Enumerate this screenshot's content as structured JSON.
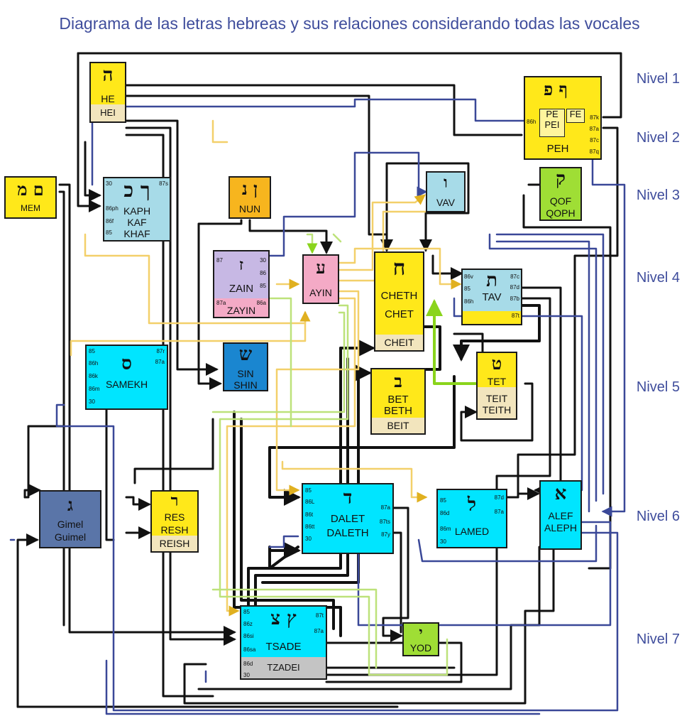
{
  "title": "Diagrama de las letras hebreas y sus relaciones considerando todas las vocales",
  "levels": [
    "Nivel 1",
    "Nivel 2",
    "Nivel 3",
    "Nivel 4",
    "Nivel 5",
    "Nivel 6",
    "Nivel 7"
  ],
  "colors": {
    "yellow": "#ffe81a",
    "cream": "#f2e5bd",
    "lightblue": "#a7dbe8",
    "cyan": "#00e5ff",
    "purple": "#c7b8e4",
    "pink": "#f4aac6",
    "orange": "#f7b51e",
    "blue": "#1a86d0",
    "slate": "#5a75a8",
    "green": "#9fde35",
    "gray": "#c4c4c4",
    "navy_wire": "#3a4898",
    "yellow_wire": "#f3d06a",
    "lime_wire": "#bde27a",
    "green_wire": "#8ad41c"
  },
  "nodes": {
    "he": {
      "hebrew": "ה",
      "name": "HE",
      "band": "HEI"
    },
    "pe": {
      "hebrew": "ף פ",
      "name": "PEH",
      "box1": "PE",
      "box1b": "PEI",
      "box2": "FE",
      "ports": {
        "p86h": "86h",
        "p87k": "87k",
        "p87a": "87a",
        "p87c": "87c",
        "p87q": "87q"
      }
    },
    "mem": {
      "hebrew": "ם מ",
      "name": "MEM"
    },
    "kaph": {
      "hebrew": "ך כ",
      "line1": "KAPH",
      "line2": "KAF",
      "line3": "KHAF",
      "ports": {
        "p30": "30",
        "p87s": "87s",
        "p86ph": "86ph",
        "p86f": "86f",
        "p85": "85"
      }
    },
    "nun": {
      "hebrew": "ן נ",
      "name": "NUN"
    },
    "vav": {
      "hebrew": "ו",
      "name": "VAV"
    },
    "qof": {
      "hebrew": "ק",
      "line1": "QOF",
      "line2": "QOPH"
    },
    "zain": {
      "hebrew": "ז",
      "name": "ZAIN",
      "band": "ZAYIN",
      "ports": {
        "p87": "87",
        "p30": "30",
        "p86": "86",
        "p85": "85",
        "p87a": "87a",
        "p86a": "86a"
      }
    },
    "ayin": {
      "hebrew": "ע",
      "name": "AYIN"
    },
    "cheth": {
      "hebrew": "ח",
      "line1": "CHETH",
      "line2": "CHET",
      "band": "CHEIT"
    },
    "tav": {
      "hebrew": "ת",
      "name": "TAV",
      "ports": {
        "p86v": "86v",
        "p85": "85",
        "p86h": "86h",
        "p87c": "87c",
        "p87d": "87d",
        "p87b": "87b",
        "p87t": "87t"
      }
    },
    "samekh": {
      "hebrew": "ס",
      "name": "SAMEKH",
      "ports": {
        "p85": "85",
        "p86h": "86h",
        "p86k": "86k",
        "p86m": "86m",
        "p30": "30",
        "p87r": "87r",
        "p87a": "87a"
      }
    },
    "shin": {
      "hebrew": "ש",
      "line1": "SIN",
      "line2": "SHIN"
    },
    "bet": {
      "hebrew": "ב",
      "line1": "BET",
      "line2": "BETH",
      "band": "BEIT"
    },
    "tet": {
      "hebrew": "ט",
      "name": "TET",
      "line1": "TEIT",
      "line2": "TEITH"
    },
    "gimel": {
      "hebrew": "ג",
      "line1": "Gimel",
      "line2": "Guimel"
    },
    "res": {
      "hebrew": "ר",
      "line1": "RES",
      "line2": "RESH",
      "band": "REISH"
    },
    "dalet": {
      "hebrew": "ד",
      "line1": "DALET",
      "line2": "DALETH",
      "ports": {
        "p85": "85",
        "p86L": "86L",
        "p86t": "86t",
        "p86tt": "86tt",
        "p30": "30",
        "p87a": "87a",
        "p87ts": "87ts",
        "p87y": "87y"
      }
    },
    "lamed": {
      "hebrew": "ל",
      "name": "LAMED",
      "ports": {
        "p85": "85",
        "p86d": "86d",
        "p86m": "86m",
        "p30": "30",
        "p87d": "87d",
        "p87a": "87a"
      }
    },
    "alef": {
      "hebrew": "א",
      "line1": "ALEF",
      "line2": "ALEPH"
    },
    "yod": {
      "hebrew": "י",
      "name": "YOD"
    },
    "tsade": {
      "hebrew": "ץ צ",
      "name": "TSADE",
      "band": "TZADEI",
      "ports": {
        "p85": "85",
        "p86z": "86z",
        "p86si": "86si",
        "p86sa": "86sa",
        "p86d": "86d",
        "p30": "30",
        "p87t": "87t",
        "p87a": "87a"
      }
    }
  }
}
